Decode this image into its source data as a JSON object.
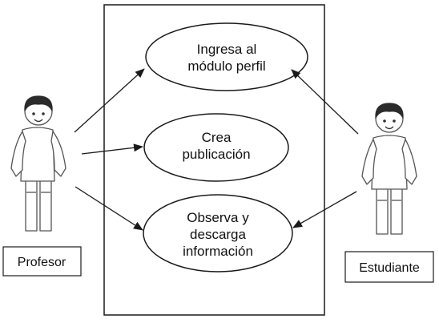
{
  "use_cases": [
    {
      "id": "uc1",
      "lines": [
        "Ingresa al",
        "módulo perfil"
      ]
    },
    {
      "id": "uc2",
      "lines": [
        "Crea",
        "publicación"
      ]
    },
    {
      "id": "uc3",
      "lines": [
        "Observa y",
        "descarga",
        "información"
      ]
    }
  ],
  "actors": {
    "left": {
      "label": "Profesor"
    },
    "right": {
      "label": "Estudiante"
    }
  },
  "colors": {
    "line": "#1a1a1a",
    "actor_stroke": "#555555",
    "actor_hair": "#2b2b2b",
    "skin": "#ffffff"
  }
}
